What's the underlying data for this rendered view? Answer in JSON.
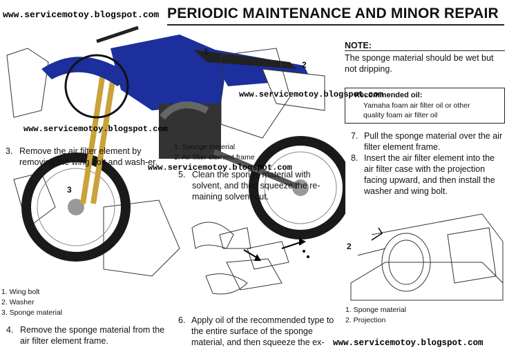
{
  "watermark_top": "www.servicemotoy.blogspot.com",
  "watermark_bottom": "www.servicemotoy.blogspot.com",
  "overlay_watermark_1": "www.servicemotoy.blogspot.com",
  "overlay_watermark_2": "www.servicemotoy.blogspot.com",
  "overlay_watermark_3": "www.servicemotoy.blogspot.com",
  "page_title": "PERIODIC MAINTENANCE AND MINOR REPAIR",
  "note": {
    "heading": "NOTE:",
    "text": "The sponge material should be wet but not dripping."
  },
  "recommended_oil": {
    "heading": "Recommended oil:",
    "line1": "Yamaha foam air filter oil or other",
    "line2": "quality foam air filter oil"
  },
  "steps": {
    "s3_num": "3.",
    "s3_text": "Remove the air filter element by removing the wing bolt and wash-er.",
    "s4_num": "4.",
    "s4_text": "Remove the sponge material from the air filter element frame.",
    "s5_num": "5.",
    "s5_text": "Clean the sponge material with solvent, and then squeeze the re-maining solvent out.",
    "s6_num": "6.",
    "s6_text": "Apply oil of the recommended type to the entire surface of the sponge material, and then squeeze the ex-",
    "s7_num": "7.",
    "s7_text": "Pull the sponge material over the air filter element frame.",
    "s8_num": "8.",
    "s8_text": "Insert the air filter element into the air filter case with the projection facing upward, and then install the washer and wing bolt."
  },
  "legend_left": [
    "1. Wing bolt",
    "2. Washer",
    "3. Sponge material"
  ],
  "legend_middle": [
    "1. Sponge material",
    "2. Air filter element frame"
  ],
  "legend_right": [
    "1. Sponge material",
    "2. Projection"
  ],
  "callouts": {
    "c1": "1",
    "c2": "2",
    "c3": "3",
    "r2": "2"
  },
  "colors": {
    "bike_blue": "#1c2f9c",
    "bike_dark": "#222222",
    "tire": "#1a1a1a"
  }
}
